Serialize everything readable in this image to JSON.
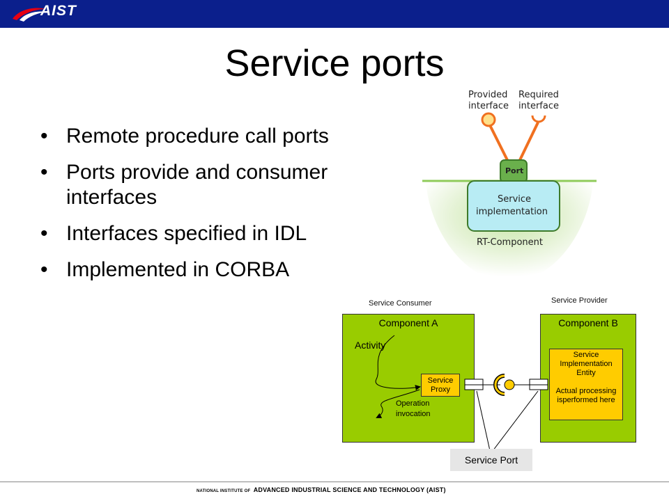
{
  "header": {
    "logo_text": "AIST",
    "brand_color": "#0b1f8c"
  },
  "slide": {
    "title": "Service ports",
    "bullets": [
      "Remote procedure call ports",
      "Ports provide and consumer interfaces",
      "Interfaces specified in IDL",
      "Implemented in CORBA"
    ]
  },
  "port_diagram": {
    "provided_interface": [
      "Provided",
      "interface"
    ],
    "required_interface": [
      "Required",
      "interface"
    ],
    "port_label": "Port",
    "service_impl": [
      "Service",
      "implementation"
    ],
    "rt_component": "RT-Component"
  },
  "service_diagram": {
    "consumer_label": "Service Consumer",
    "provider_label": "Service Provider",
    "component_a": "Component A",
    "component_b": "Component B",
    "activity": "Activity",
    "proxy": [
      "Service",
      "Proxy"
    ],
    "operation": [
      "Operation",
      "invocation"
    ],
    "impl": [
      "Service",
      "Implementation",
      "Entity",
      "",
      "Actual processing",
      "isperformed here"
    ],
    "service_port": "Service Port"
  },
  "footer": {
    "prefix": "NATIONAL INSTITUTE OF",
    "name": "ADVANCED INDUSTRIAL SCIENCE AND TECHNOLOGY (AIST)"
  }
}
